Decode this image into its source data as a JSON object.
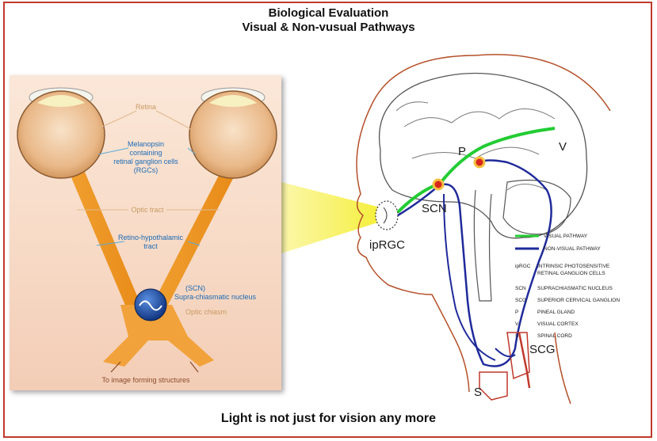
{
  "header": {
    "title": "Biological Evaluation",
    "subtitle": "Visual & Non-vusual Pathways"
  },
  "left_diagram": {
    "retina_label": "Retina",
    "melanopsin_label": [
      "Melanopsin",
      "containing",
      "retinal ganglion cells",
      "(RGCs)"
    ],
    "optic_tract_label": "Optic tract",
    "rht_label": [
      "Retino-hypothalamic",
      "tract"
    ],
    "scn_label": [
      "(SCN)",
      "Supra-chiasmatic nucleus"
    ],
    "chiasm_label": "Optic chiasm",
    "bottom_label": "To image forming structures"
  },
  "right_diagram": {
    "labels": {
      "scn": "SCN",
      "iprgc": "ipRGC",
      "p": "P",
      "v": "V",
      "scg": "SCG",
      "s": "S"
    },
    "legend": {
      "visual": "VISUAL PATHWAY",
      "non_visual": "NON-VISUAL PATHWAY",
      "defs": [
        [
          "ipRGC",
          "INTRINSIC PHOTOSENSITIVE",
          "RETINAL GANGLION CELLS"
        ],
        [
          "SCN",
          "SUPRACHIASMATIC NUCLEUS",
          ""
        ],
        [
          "SCG",
          "SUPERIOR CERVICAL GANGLION",
          ""
        ],
        [
          "P",
          "PINEAL GLAND",
          ""
        ],
        [
          "V",
          "VISUAL CORTEX",
          ""
        ],
        [
          "S",
          "SPINAL CORD",
          ""
        ]
      ]
    },
    "colors": {
      "visual": "#22cc33",
      "non_visual": "#1f2a9a",
      "head_outline": "#b5502a",
      "brain_outline": "#555555",
      "light_beam": "#f5f04a"
    }
  },
  "footer": {
    "caption": "Light is not just for vision any more"
  }
}
